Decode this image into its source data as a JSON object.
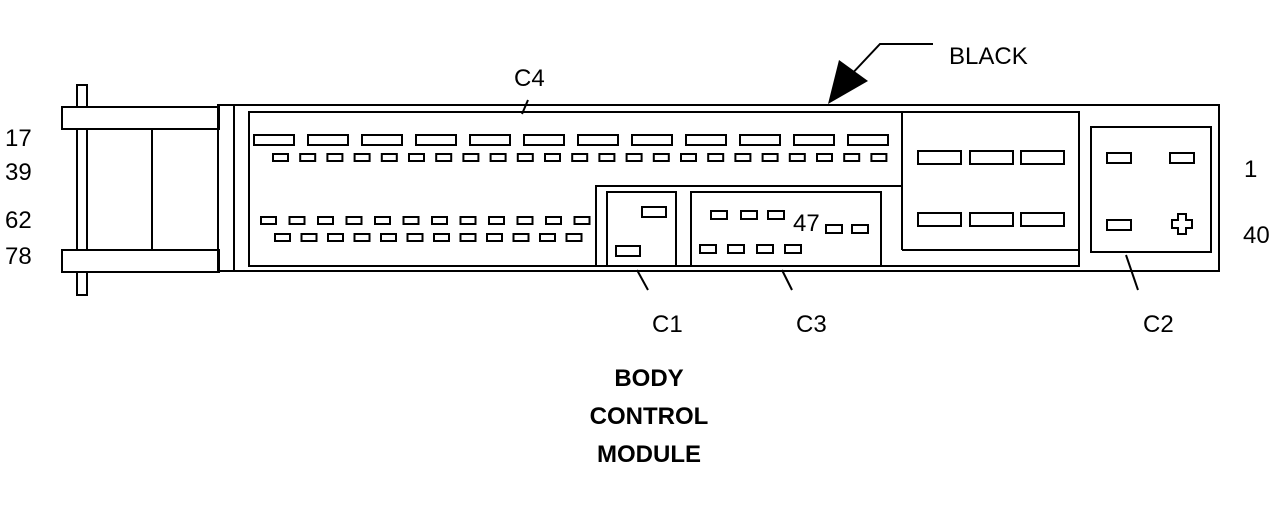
{
  "colors": {
    "line": "#000000",
    "background": "#ffffff"
  },
  "color_callout": "BLACK",
  "connectors": {
    "c1": "C1",
    "c2": "C2",
    "c3": "C3",
    "c4": "C4"
  },
  "pins": {
    "c4_row1_start": "17",
    "c4_row2_start": "39",
    "c4_row3_start": "62",
    "c4_row4_start": "78",
    "c3_marker": "47",
    "c2_top": "1",
    "c2_bottom": "40"
  },
  "title_lines": [
    "BODY",
    "CONTROL",
    "MODULE"
  ]
}
